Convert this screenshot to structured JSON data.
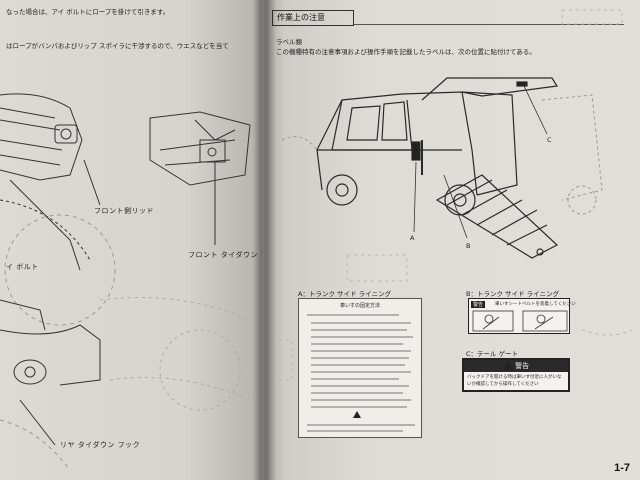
{
  "left_page": {
    "top_text": "なった場合は、アイ ボルトにロープを掛けて引きます。",
    "top_text_2": "はロープがバンパおよびリップ スポイラに干渉するので、ウエスなどを当て",
    "label_front_lid": "フロント側リッド",
    "label_front_hook": "フロント タイダウン フック",
    "label_eye_bolt": "イ ボルト",
    "label_rear_hook": "リヤ タイダウン フック"
  },
  "right_page": {
    "section_title": "作業上の注意",
    "subheading": "ラベル類",
    "intro_text": "この機種特有の注意事項および操作手順を記載したラベルは、次の位置に貼付けてある。",
    "callout_a": "A",
    "callout_b": "B",
    "callout_c": "C",
    "caption_a": "A：トランク サイド ライニング",
    "caption_b": "B：トランク サイド ライニング",
    "caption_c": "C：テール ゲート",
    "label_a_title": "車いすの固定方法",
    "warning_word": "警告",
    "warning_b_text": "車いすシートベルトを装着してください",
    "warning_c_text": "バックドアを開ける時は車いす付近に人がいないか確認してから操作してください",
    "page_number": "1-7"
  }
}
